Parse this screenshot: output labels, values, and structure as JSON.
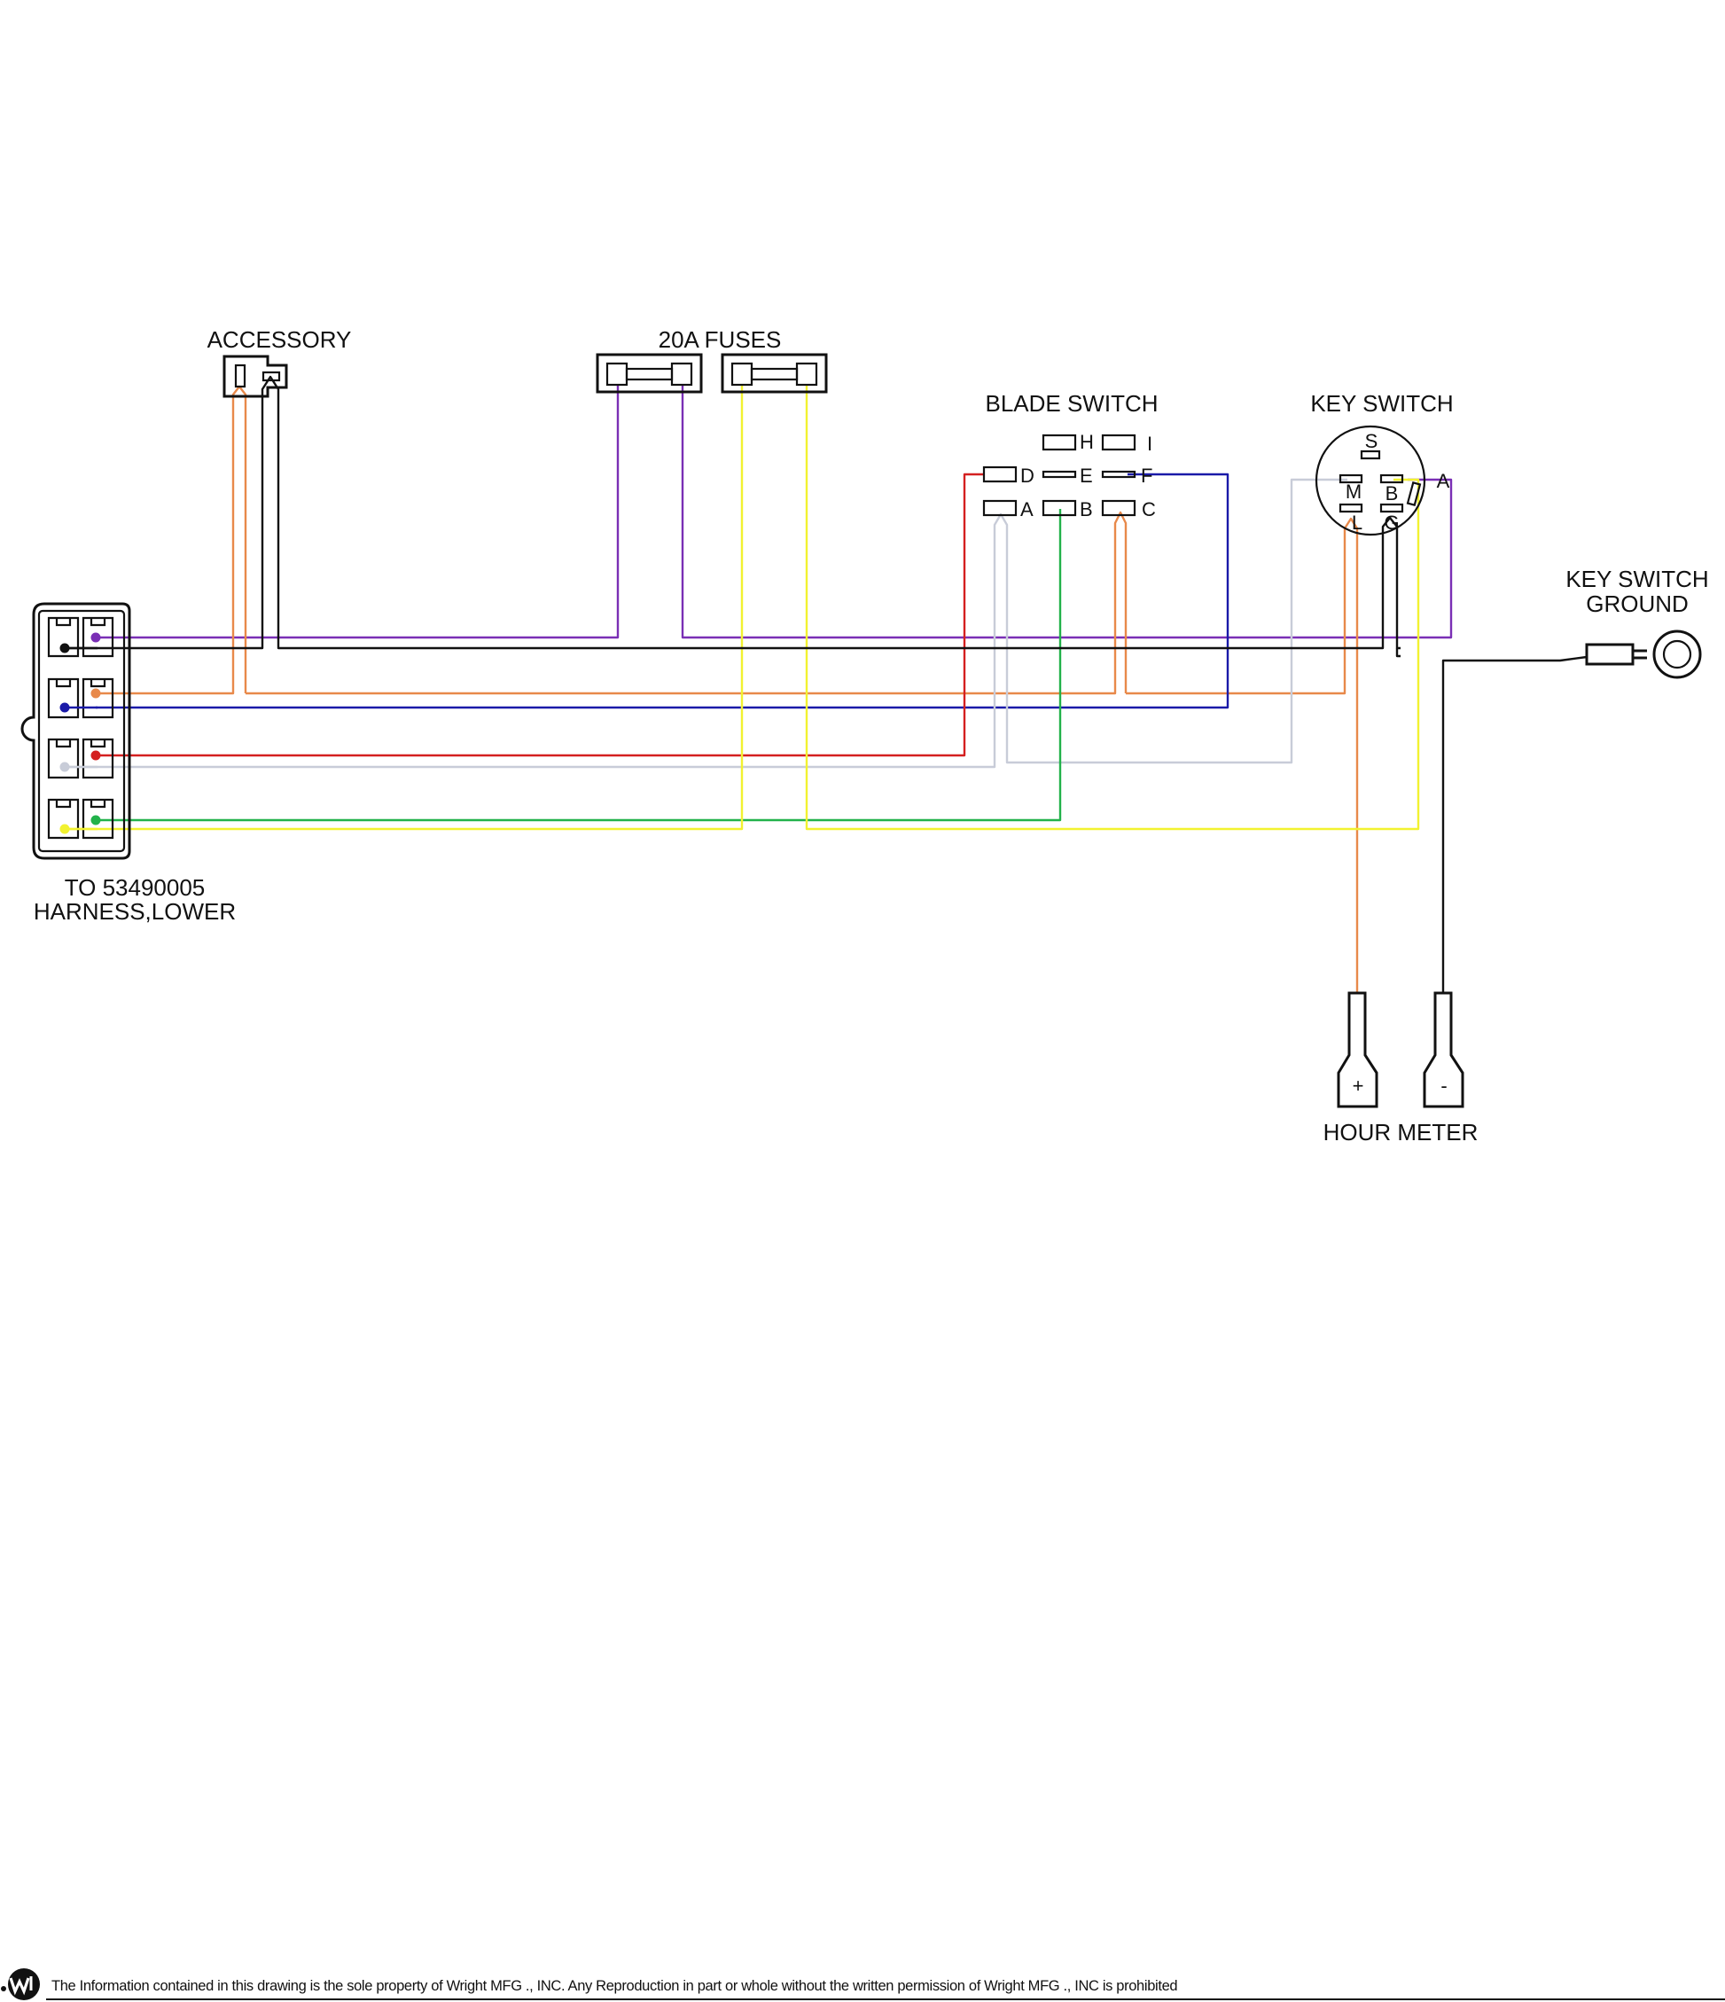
{
  "labels": {
    "accessory": "ACCESSORY",
    "fuses": "20A FUSES",
    "blade_switch": "BLADE SWITCH",
    "key_switch": "KEY SWITCH",
    "key_switch_ground_line1": "KEY SWITCH",
    "key_switch_ground_line2": "GROUND",
    "harness_line1": "TO 53490005",
    "harness_line2": "HARNESS,LOWER",
    "hour_meter": "HOUR METER"
  },
  "blade_switch_pins": {
    "h": "H",
    "i": "I",
    "d": "D",
    "e": "E",
    "f": "F",
    "a": "A",
    "b": "B",
    "c": "C"
  },
  "key_switch_pins": {
    "s": "S",
    "m": "M",
    "b": "B",
    "a": "A",
    "l": "L",
    "g": "G"
  },
  "hour_meter_terminals": {
    "plus": "+",
    "minus": "-"
  },
  "footer": {
    "notice": "The Information contained in this drawing is the sole property of Wright MFG ., INC. Any Reproduction in part or whole without the written permission of Wright MFG ., INC is prohibited"
  },
  "wire_colors": {
    "purple": "#7a2fb5",
    "black": "#111111",
    "orange": "#e8894a",
    "blue": "#1a1aa8",
    "red": "#d42020",
    "gray": "#c8ccd8",
    "green": "#22b24a",
    "yellow": "#f2f230"
  }
}
